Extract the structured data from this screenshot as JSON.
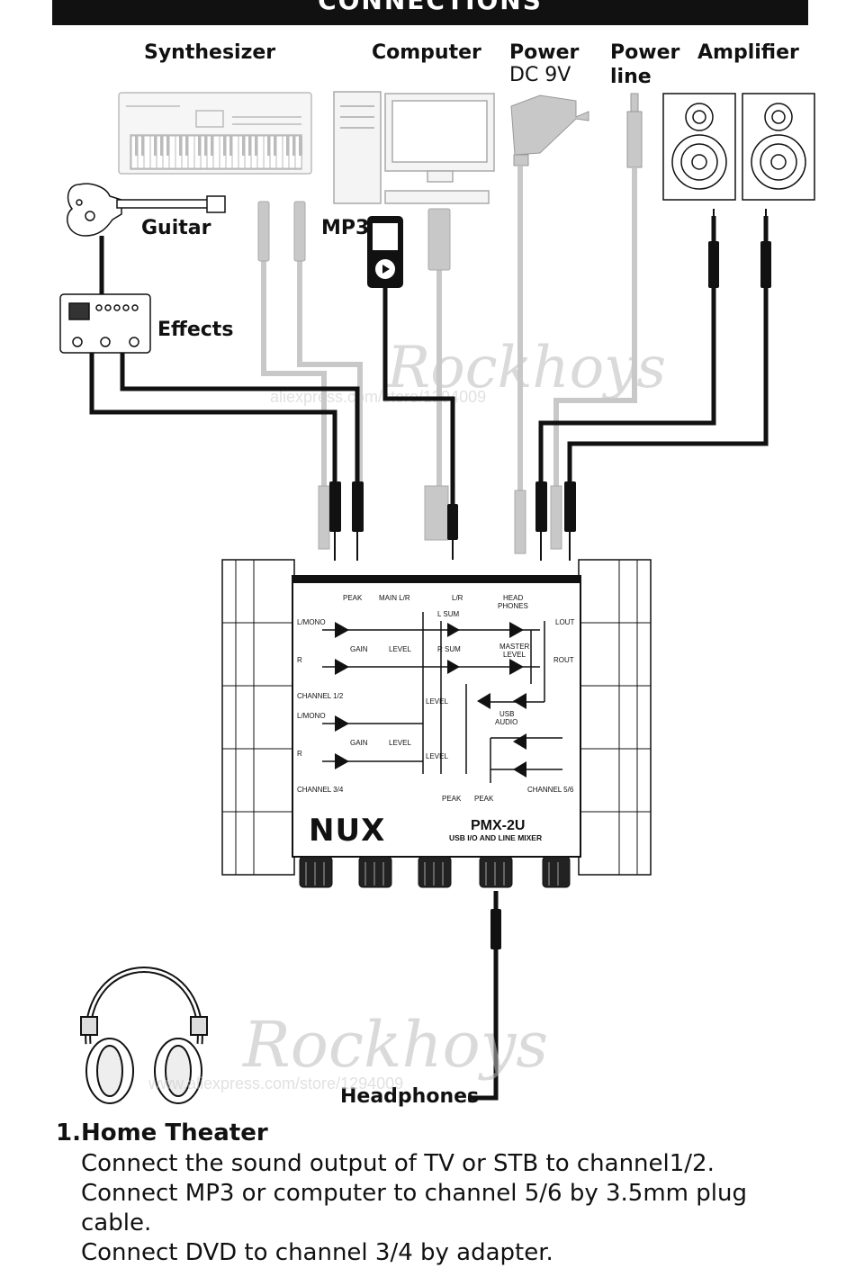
{
  "header": {
    "title": "CONNECTIONS"
  },
  "labels": {
    "synthesizer": "Synthesizer",
    "computer": "Computer",
    "power_dc": "Power",
    "power_dc_sub": "DC 9V",
    "power_line": "Power",
    "power_line_sub": "line",
    "amplifier": "Amplifier",
    "guitar": "Guitar",
    "mp3": "MP3",
    "effects": "Effects",
    "headphones": "Headphones"
  },
  "device": {
    "brand": "NUX",
    "model": "PMX-2U",
    "subtitle": "USB I/O AND LINE MIXER",
    "panel": {
      "peak": "PEAK",
      "main_lr": "MAIN L/R",
      "lr": "L/R",
      "head_phones_1": "HEAD",
      "head_phones_2": "PHONES",
      "l_sum": "L SUM",
      "r_sum": "R SUM",
      "l_mono": "L/MONO",
      "r": "R",
      "gain": "GAIN",
      "level": "LEVEL",
      "master_level_1": "MASTER",
      "master_level_2": "LEVEL",
      "lout": "LOUT",
      "rout": "ROUT",
      "channel_12": "CHANNEL 1/2",
      "channel_34": "CHANNEL 3/4",
      "channel_56": "CHANNEL 5/6",
      "usb_audio_1": "USB",
      "usb_audio_2": "AUDIO"
    }
  },
  "watermark": {
    "name": "Rockhoys",
    "url_top": "aliexpress.com/store/1294009",
    "url_bottom": "www.aliexpress.com/store/1294009"
  },
  "instructions": {
    "title": "1.Home Theater",
    "lines": [
      "Connect the sound output of TV or STB to channel1/2.",
      "Connect MP3 or computer to channel 5/6 by 3.5mm plug cable.",
      "Connect DVD to channel 3/4 by adapter."
    ]
  }
}
